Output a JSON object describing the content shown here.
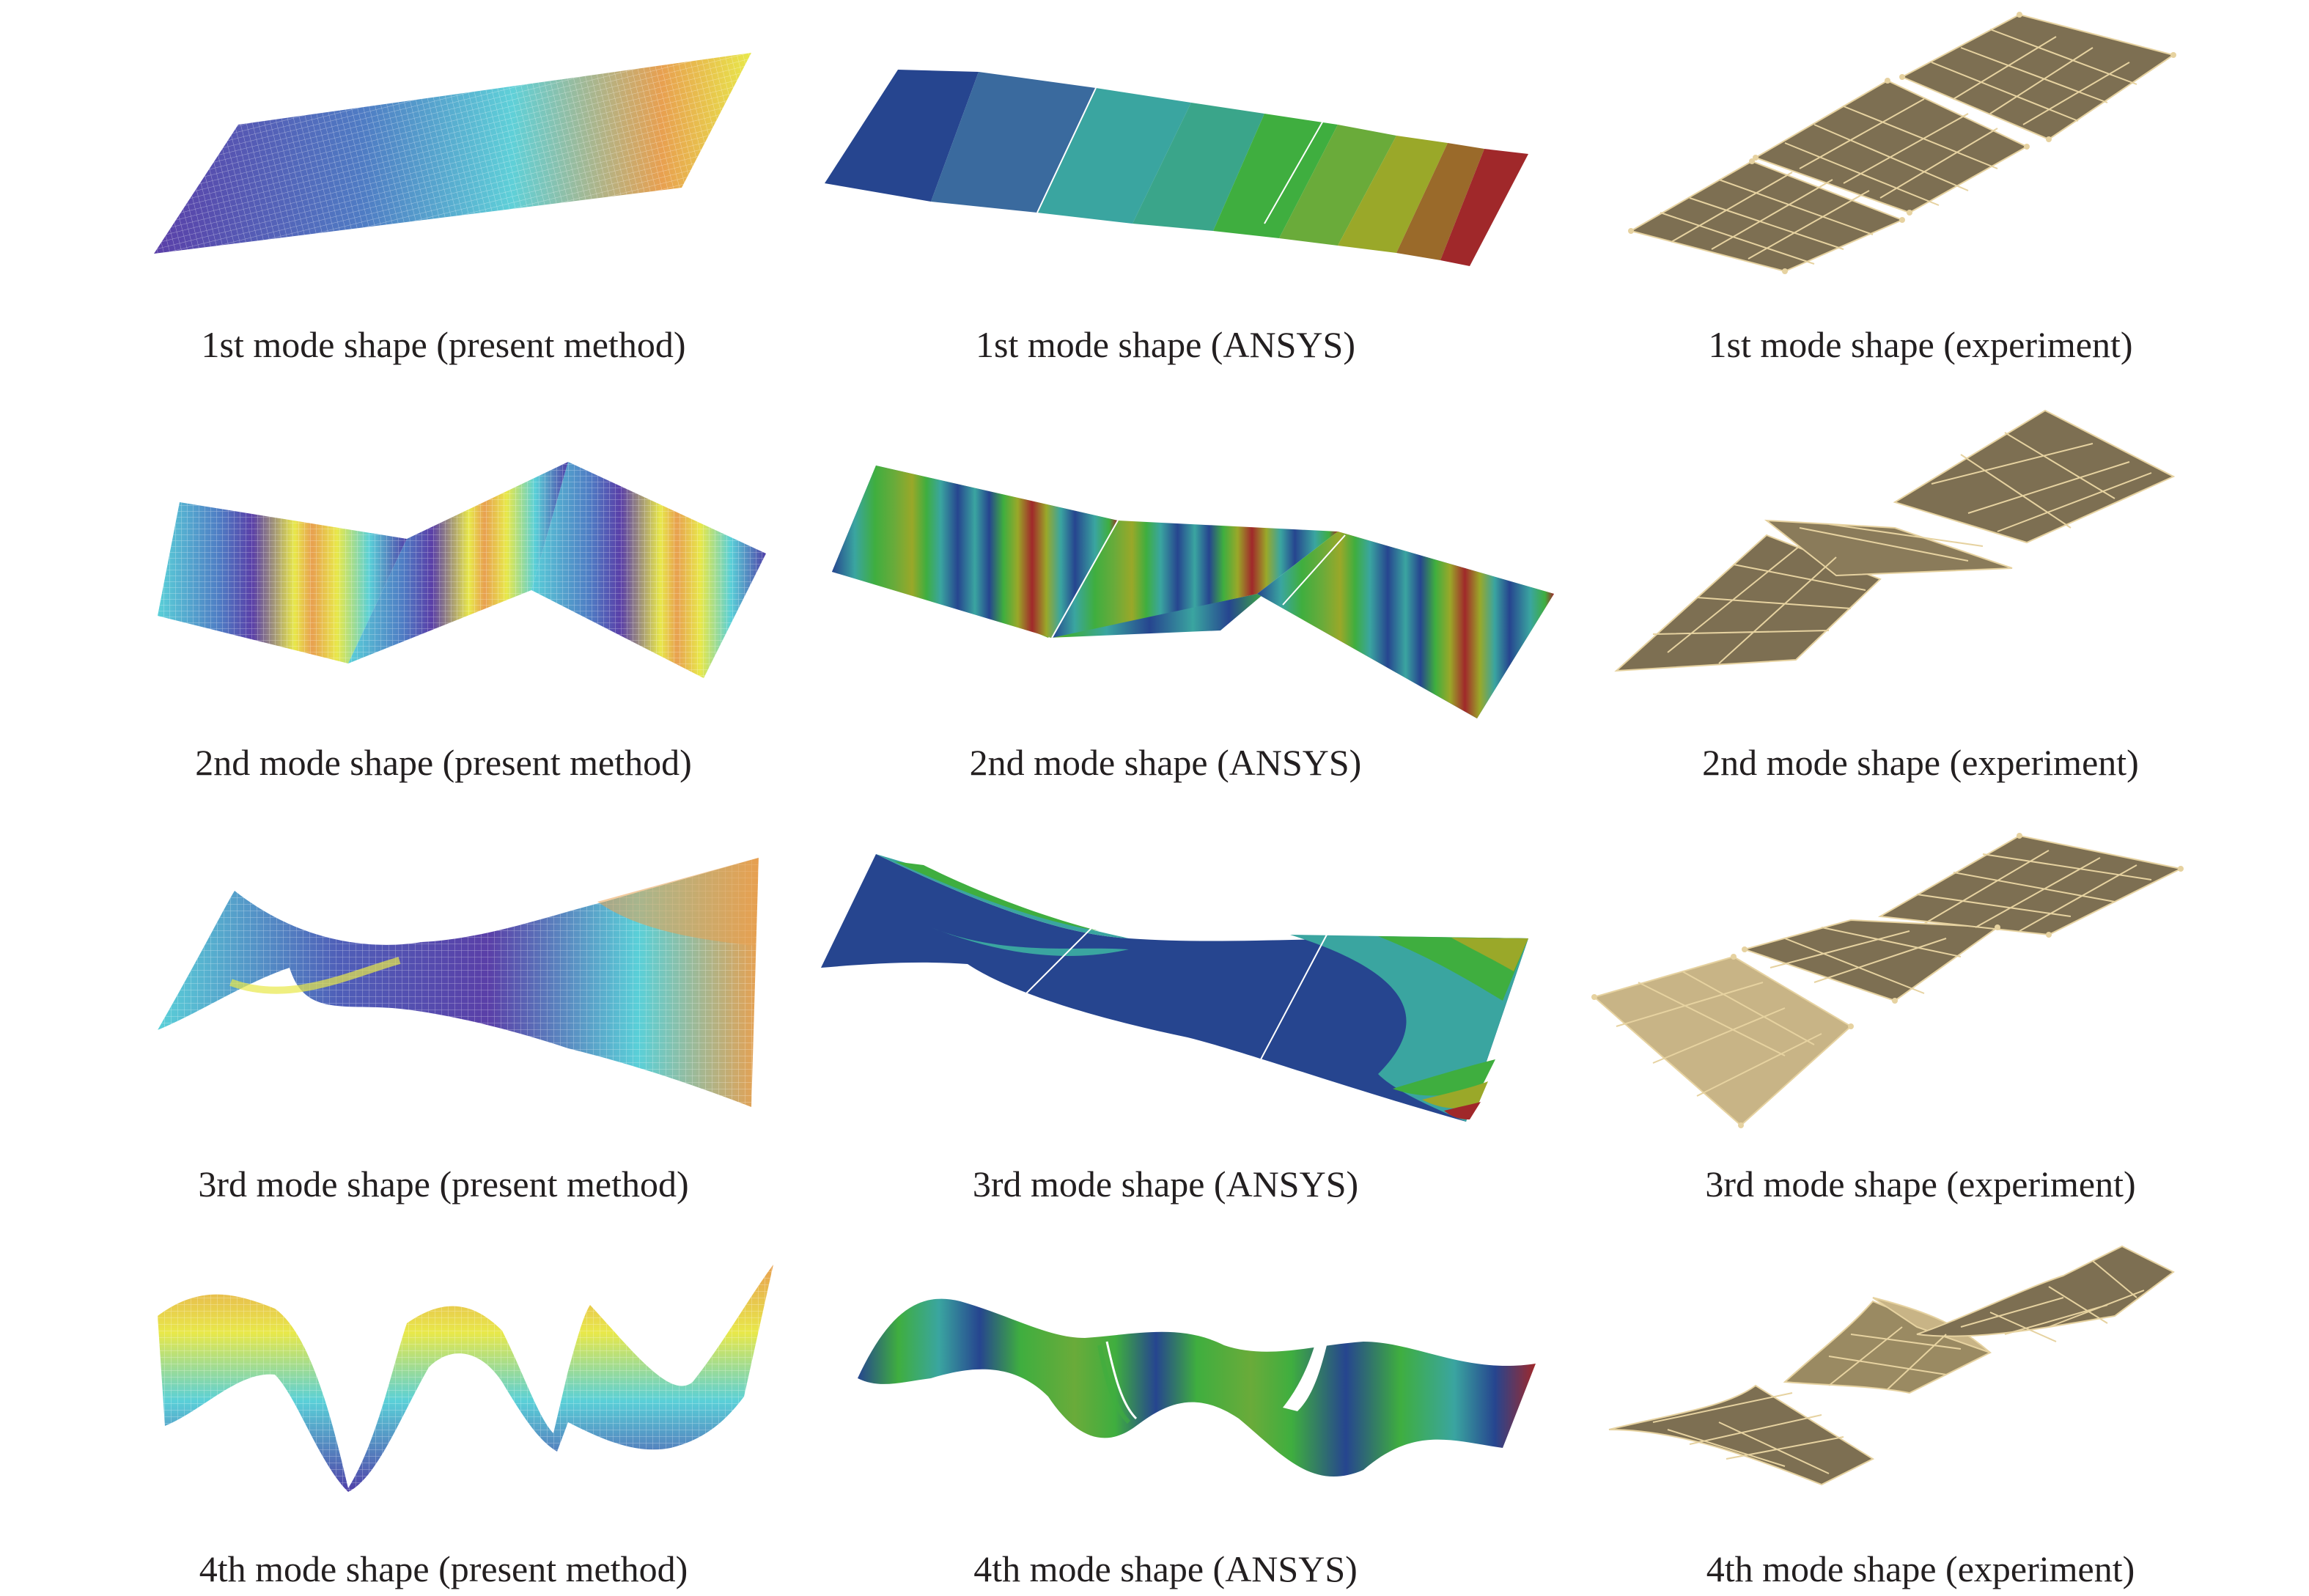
{
  "figure": {
    "rows": [
      {
        "mode": "1st",
        "captions": [
          "1st mode shape (present method)",
          "1st mode shape (ANSYS)",
          "1st mode shape (experiment)"
        ]
      },
      {
        "mode": "2nd",
        "captions": [
          "2nd mode shape (present method)",
          "2nd mode shape (ANSYS)",
          "2nd mode shape (experiment)"
        ]
      },
      {
        "mode": "3rd",
        "captions": [
          "3rd mode shape (present method)",
          "3rd mode shape (ANSYS)",
          "3rd mode shape (experiment)"
        ]
      },
      {
        "mode": "4th",
        "captions": [
          "4th mode shape (present method)",
          "4th mode shape (ANSYS)",
          "4th mode shape (experiment)"
        ]
      }
    ],
    "colors": {
      "mesh_blue": "#4b3fa6",
      "mesh_cyan": "#4fc3d0",
      "mesh_yellow": "#e8e84a",
      "mesh_orange": "#e8a040",
      "ansys_blue": "#26458f",
      "ansys_teal": "#3aa5a0",
      "ansys_green": "#3fae3f",
      "ansys_yellowgreen": "#9aa829",
      "ansys_brown": "#9a6a2a",
      "ansys_red": "#a0282a",
      "experiment_fill": "#7d6f52",
      "experiment_light": "#c8b486",
      "experiment_edge": "#e6d2a0"
    }
  }
}
